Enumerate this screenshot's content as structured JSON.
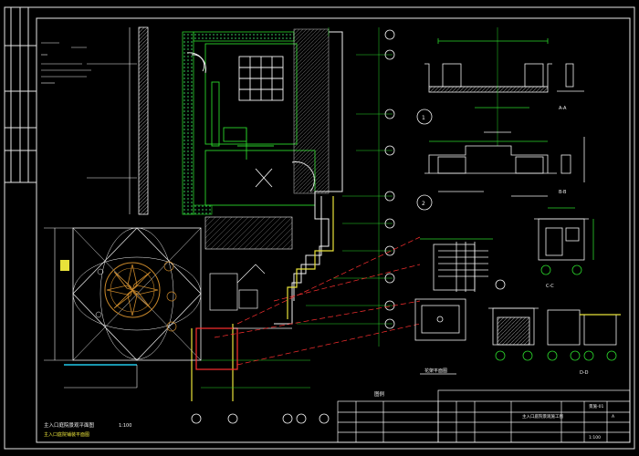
{
  "drawing": {
    "background": "#000000",
    "colors": {
      "frame": "#e6e6e6",
      "green": "#2bd52b",
      "white": "#f2f2f2",
      "yellow": "#e8e23a",
      "red": "#ff3030",
      "cyan": "#20c8e8",
      "orange": "#c8872a",
      "hatch": "#7a7a7a",
      "bush": "#1f9a3a"
    },
    "main_plan_title": "主入口庭院景观平面图",
    "main_plan_scale": "1:100",
    "main_plan_subtitle": "主入口庭院铺装平面图",
    "legend_header": "图例",
    "detail_labels": {
      "section_a": "A-A",
      "section_b": "B-B",
      "section_c": "C-C",
      "section_d": "D-D",
      "pergola_plan": "花架平面图",
      "elev_1": "1",
      "elev_2": "2"
    },
    "title_block": {
      "project": "主入口庭院景观施工图",
      "drawing_no": "景施-01",
      "revision": "A",
      "scale": "1:100"
    }
  }
}
